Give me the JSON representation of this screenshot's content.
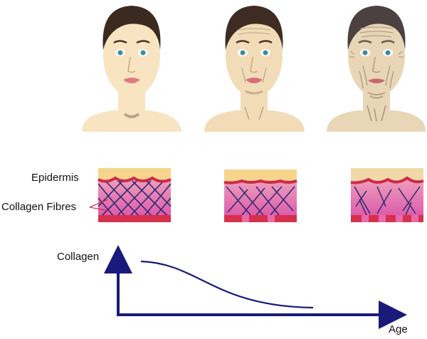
{
  "labels": {
    "epidermis": "Epidermis",
    "collagen_fibres": "Collagen Fibres",
    "axis_y": "Collagen",
    "axis_x": "Age"
  },
  "stages": [
    {
      "skin": "#f8e4c0",
      "hair": "#3b2a20",
      "wrinkles": 0
    },
    {
      "skin": "#f2dcb8",
      "hair": "#3e2c22",
      "wrinkles": 1
    },
    {
      "skin": "#e9d6b6",
      "hair": "#4a4140",
      "wrinkles": 2
    }
  ],
  "colors": {
    "accent": "#1a1a7a",
    "epidermis": "#f7d48c",
    "skin_top": "#f3a8b6",
    "skin_bottom": "#d84aa6",
    "fibre_line": "#cc2a4a",
    "fibre": "#2a2a70"
  }
}
